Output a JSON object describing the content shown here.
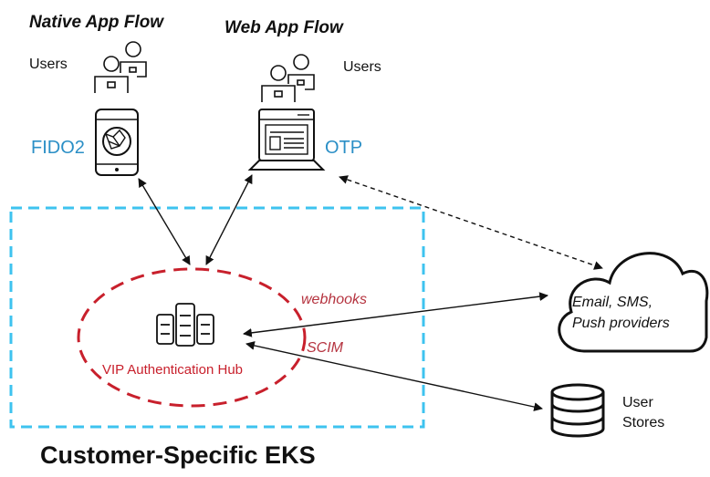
{
  "titles": {
    "native": "Native App Flow",
    "web": "Web App Flow"
  },
  "users": {
    "native_label": "Users",
    "web_label": "Users"
  },
  "protocols": {
    "native": "FIDO2",
    "web": "OTP"
  },
  "hub": {
    "label": "VIP Authentication Hub"
  },
  "edges": {
    "webhooks": "webhooks",
    "scim": "SCIM"
  },
  "providers": {
    "line1": "Email, SMS,",
    "line2": "Push providers"
  },
  "stores": {
    "line1": "User",
    "line2": "Stores"
  },
  "cluster": {
    "label": "Customer-Specific EKS"
  },
  "colors": {
    "cluster_border": "#3ec3ef",
    "hub_border": "#c8202c",
    "protocol_text": "#2b8fc6",
    "edge_label": "#b5333f"
  },
  "icons": [
    "users-icon",
    "smartphone-icon",
    "laptop-icon",
    "servers-icon",
    "cloud-icon",
    "database-icon"
  ]
}
